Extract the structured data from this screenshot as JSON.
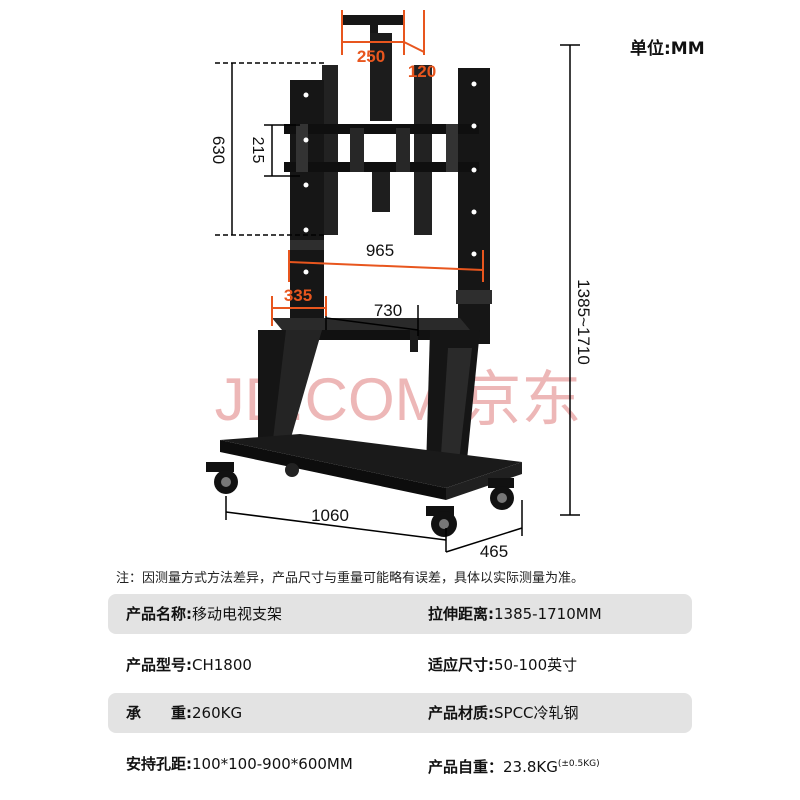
{
  "figure": {
    "dims": {
      "mount_top_width": "250",
      "mount_top_offset": "120",
      "bracket_height": "630",
      "bracket_inner": "215",
      "upright_span": "965",
      "shelf_offset": "335",
      "shelf_width": "730",
      "base_length": "1060",
      "base_depth": "465",
      "total_height": "1385~1710"
    },
    "watermark": "JD.COM 京东",
    "unit_label": "单位:MM",
    "colors": {
      "accent": "#e8561e",
      "frame": "#161616",
      "dim_line": "#000000",
      "watermark": "#e8a0a0"
    }
  },
  "note": "注：因测量方式方法差异，产品尺寸与重量可能略有误差，具体以实际测量为准。",
  "specs": [
    {
      "left_label": "产品名称:",
      "left_value": "移动电视支架",
      "right_label": "拉伸距离:",
      "right_value": "1385-1710MM",
      "right_sup": ""
    },
    {
      "left_label": "产品型号:",
      "left_value": "CH1800",
      "right_label": "适应尺寸:",
      "right_value": "50-100英寸",
      "right_sup": ""
    },
    {
      "left_label": "承　　重:",
      "left_value": "260KG",
      "right_label": "产品材质:",
      "right_value": "SPCC冷轧钢",
      "right_sup": ""
    },
    {
      "left_label": "安持孔距:",
      "left_value": "100*100-900*600MM",
      "right_label": "产品自重：",
      "right_value": "23.8KG",
      "right_sup": "(±0.5KG)"
    }
  ]
}
